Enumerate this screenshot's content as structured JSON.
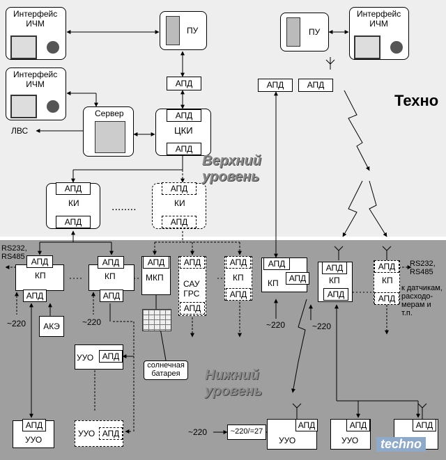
{
  "labels": {
    "icm_interface": "Интерфейс\nИЧМ",
    "pu": "ПУ",
    "apd": "АПД",
    "server": "Сервер",
    "cki": "ЦКИ",
    "lvs": "ЛВС",
    "ki": "КИ",
    "kp": "КП",
    "mkp": "МКП",
    "sau_grs": "САУ\nГРС",
    "ake": "АКЭ",
    "uuo": "УУО",
    "solar": "солнечная\nбатарея",
    "rs": "RS232,\nRS485",
    "rs_right": "RS232,\nRS485",
    "sensors": "к датчикам,\nрасходо-\nмерам и\nт.п.",
    "v220": "~220",
    "v220_27": "~220/=27",
    "dots": "........",
    "upper_level": "Верхний\nуровень",
    "lower_level": "Нижний\nуровень",
    "brand": "Техно",
    "watermark": "techno"
  }
}
